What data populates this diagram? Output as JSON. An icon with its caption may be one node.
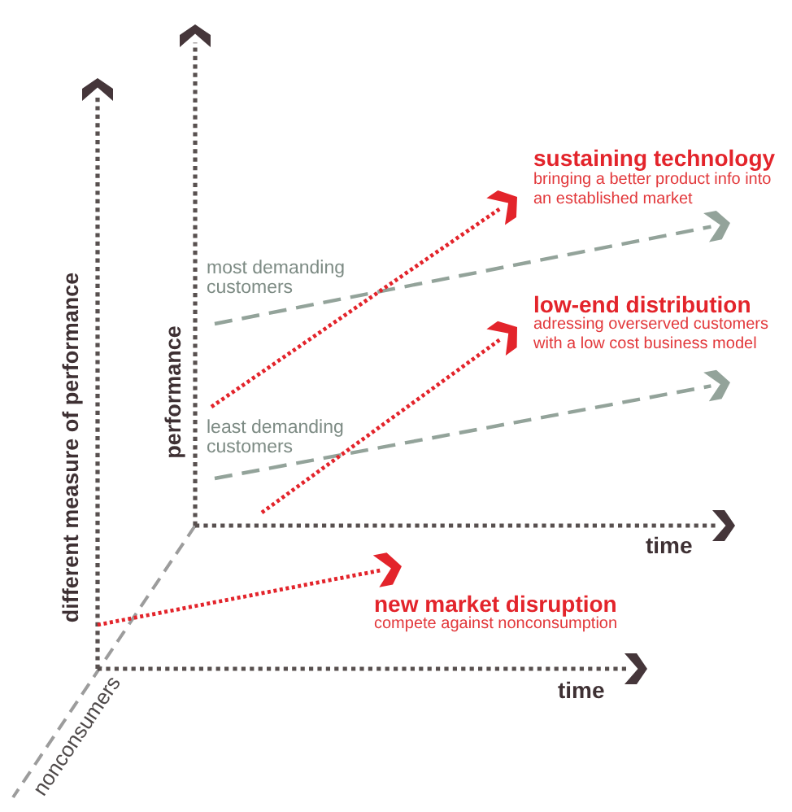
{
  "diagram": {
    "labels": [
      "sustaining technology",
      "bringing a better product info into an established market",
      "most demanding customers",
      "low-end distribution",
      "adressing overserved customers with a low cost business model",
      "different measure of performance",
      "performance",
      "least demanding customers",
      "time",
      "new market disruption",
      "compete against nonconsumption",
      "time",
      "nonconsumers"
    ]
  }
}
